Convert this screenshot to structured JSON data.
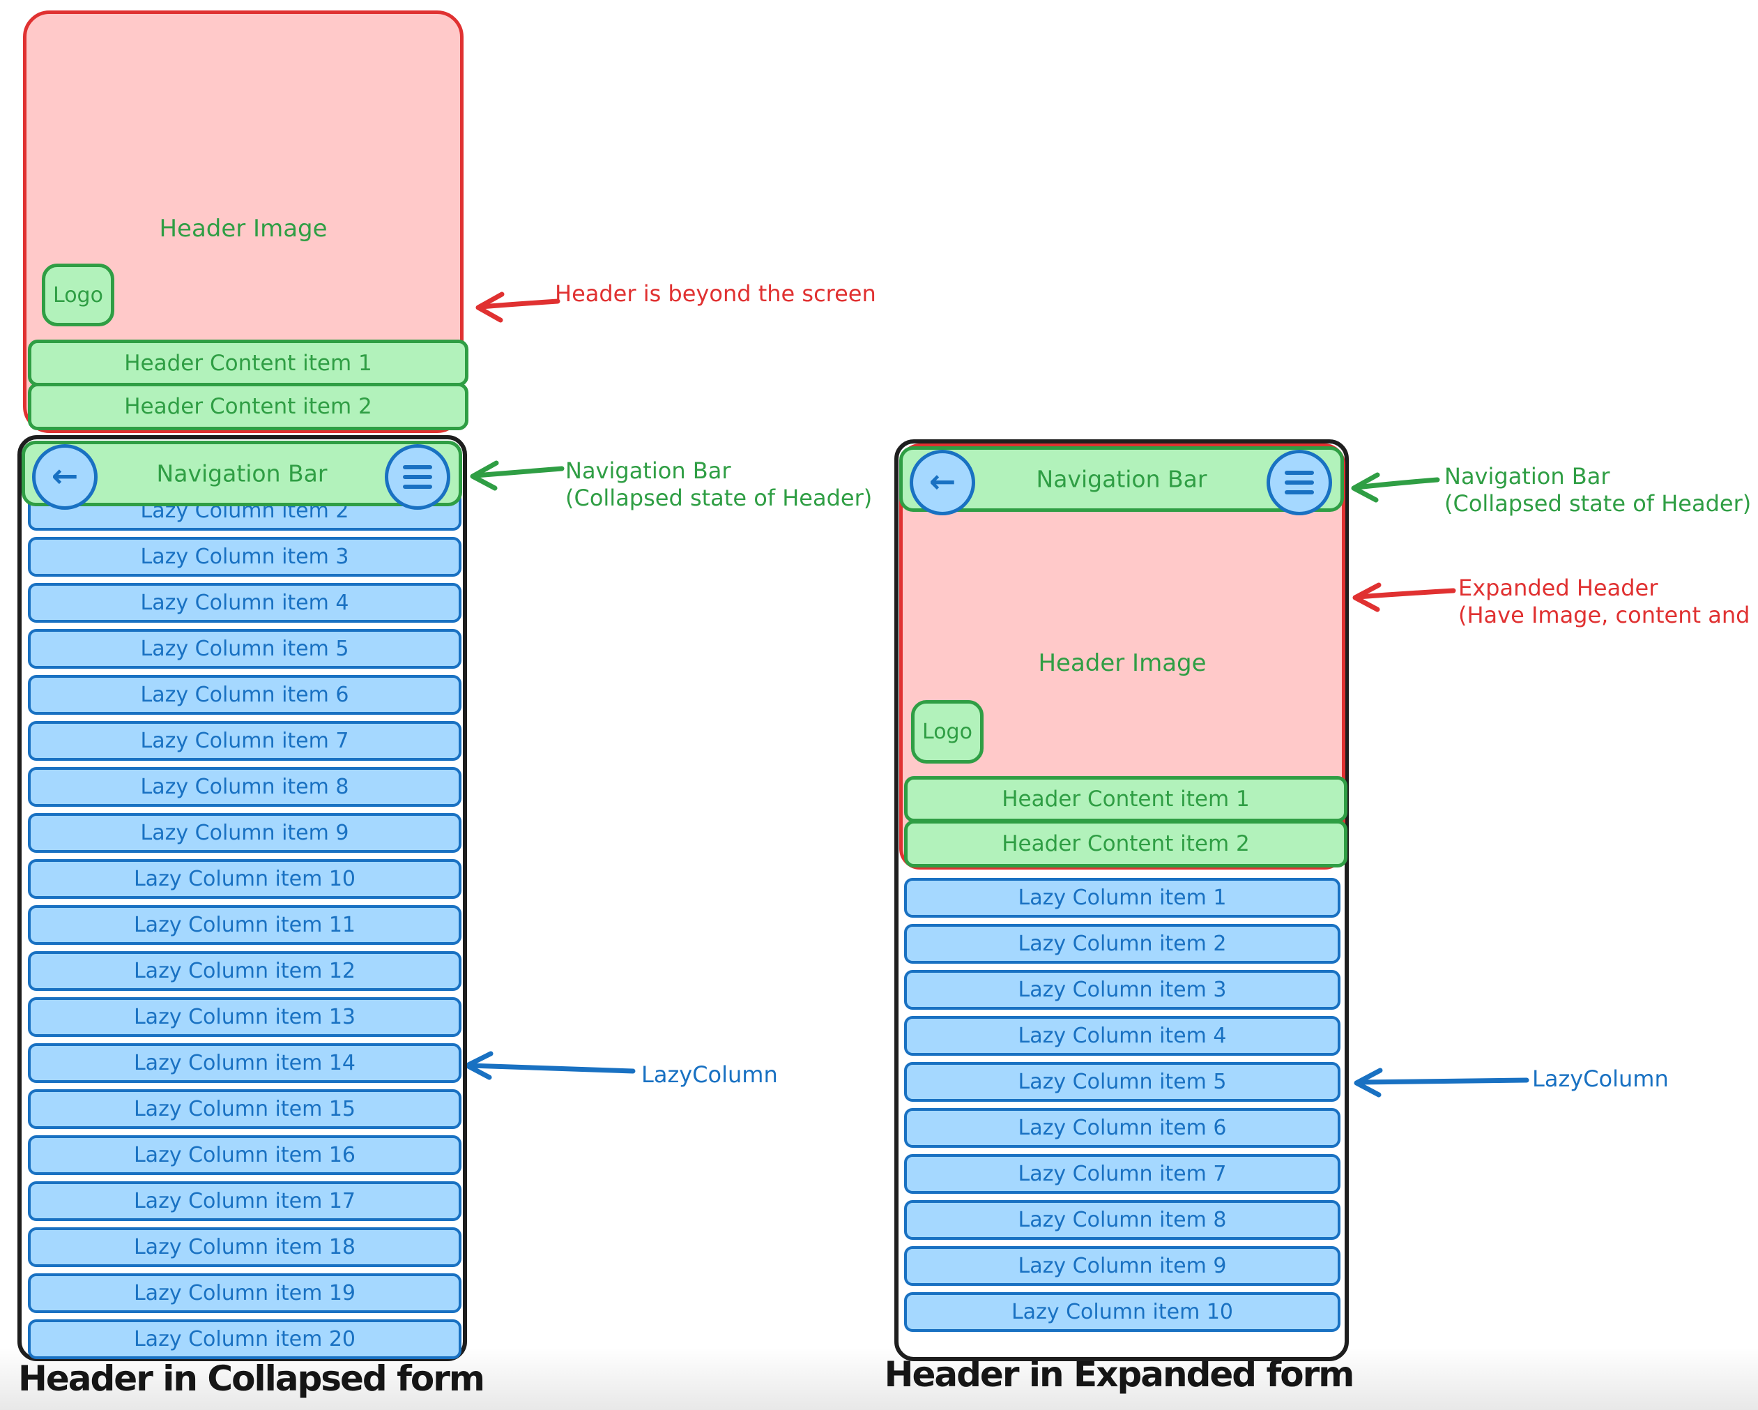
{
  "colors": {
    "red_stroke": "#e03131",
    "red_fill": "#ffc9c9",
    "green_stroke": "#2f9e44",
    "green_fill": "#b2f2bb",
    "blue_stroke": "#1971c2",
    "blue_fill": "#a5d8ff",
    "frame": "#1e1e1e",
    "caption": "#161616"
  },
  "icons": {
    "back_glyph": "←",
    "back_name": "back-arrow-icon",
    "menu_name": "hamburger-menu-icon"
  },
  "left_mockup": {
    "header": {
      "image_label": "Header Image",
      "logo_label": "Logo",
      "content_item_1": "Header Content item 1",
      "content_item_2": "Header Content item 2"
    },
    "nav_label": "Navigation Bar",
    "lazy_items": [
      "Lazy Column item 2",
      "Lazy Column item 3",
      "Lazy Column item 4",
      "Lazy Column item 5",
      "Lazy Column item 6",
      "Lazy Column item 7",
      "Lazy Column item 8",
      "Lazy Column item 9",
      "Lazy Column item 10",
      "Lazy Column item 11",
      "Lazy Column item 12",
      "Lazy Column item 13",
      "Lazy Column item 14",
      "Lazy Column item 15",
      "Lazy Column item 16",
      "Lazy Column item 17",
      "Lazy Column item 18",
      "Lazy Column item 19",
      "Lazy Column item 20"
    ],
    "caption": "Header in Collapsed form"
  },
  "right_mockup": {
    "header": {
      "image_label": "Header Image",
      "logo_label": "Logo",
      "content_item_1": "Header Content item 1",
      "content_item_2": "Header Content item 2"
    },
    "nav_label": "Navigation Bar",
    "lazy_items": [
      "Lazy Column item 1",
      "Lazy Column item 2",
      "Lazy Column item 3",
      "Lazy Column item 4",
      "Lazy Column item 5",
      "Lazy Column item 6",
      "Lazy Column item 7",
      "Lazy Column item 8",
      "Lazy Column item 9",
      "Lazy Column item 10"
    ],
    "caption": "Header in Expanded form"
  },
  "annotations": {
    "left_header_beyond": {
      "text": "Header is beyond the screen"
    },
    "left_navbar": {
      "line1": "Navigation Bar",
      "line2": "(Collapsed state of Header)"
    },
    "left_lazycolumn": {
      "text": "LazyColumn"
    },
    "right_navbar": {
      "line1": "Navigation Bar",
      "line2": "(Collapsed state of Header)"
    },
    "right_expanded": {
      "line1": "Expanded Header",
      "line2": "(Have Image, content and logo)"
    },
    "right_lazycolumn": {
      "text": "LazyColumn"
    }
  }
}
